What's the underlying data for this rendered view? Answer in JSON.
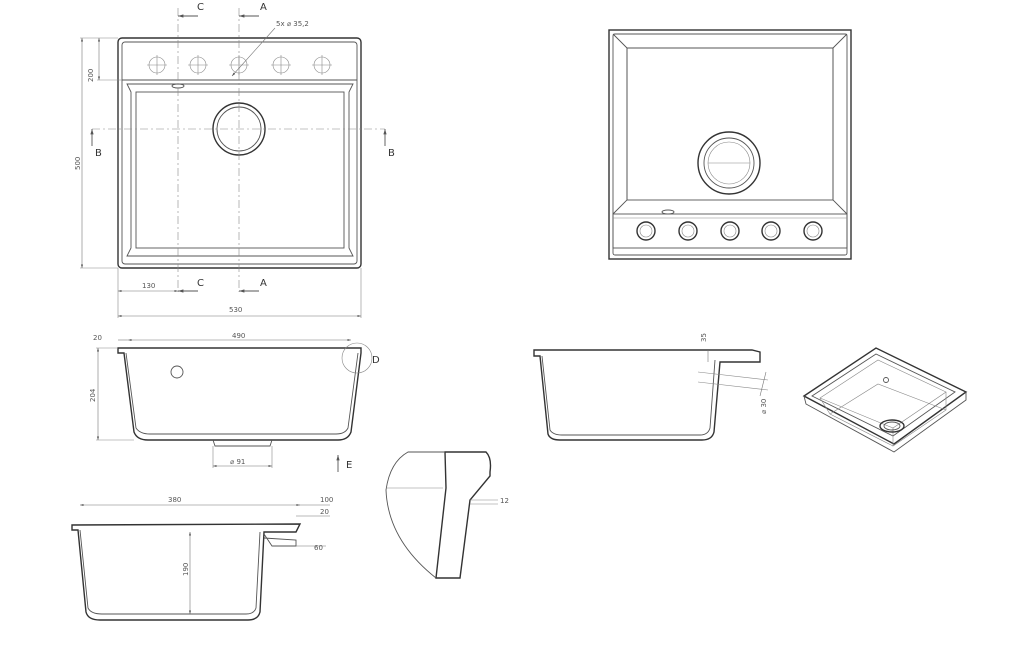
{
  "labels": {
    "section_c": "C",
    "section_a": "A",
    "section_b": "B",
    "detail_d": "D",
    "view_e": "E",
    "holes": "5x ⌀ 35,2"
  },
  "dimensions": {
    "d200": "200",
    "d500": "500",
    "d130": "130",
    "d530": "530",
    "d20a": "20",
    "d490": "490",
    "d204": "204",
    "d91": "⌀ 91",
    "d35": "35",
    "d30": "⌀ 30",
    "d12": "12",
    "d380": "380",
    "d100": "100",
    "d20b": "20",
    "d60": "60",
    "d190": "190"
  },
  "colors": {
    "line": "#555555",
    "text": "#444444",
    "background": "#ffffff"
  }
}
